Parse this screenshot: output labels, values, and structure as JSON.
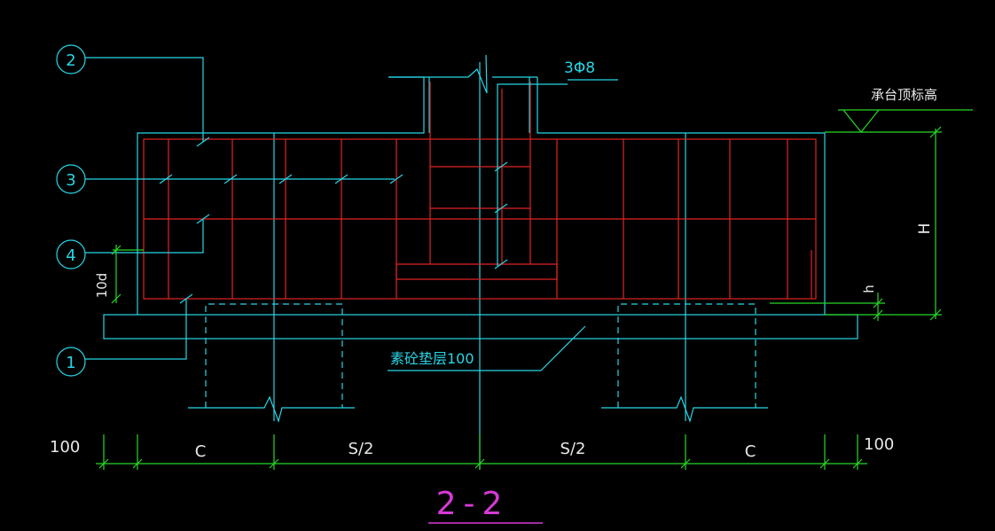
{
  "drawing": {
    "section_title": "2-2",
    "rebar_label": "3Φ8",
    "elevation_label": "承台顶标高",
    "cushion_label": "素砼垫层100",
    "height_label": "H",
    "small_h_label": "h",
    "anchor_label": "10d",
    "callouts": [
      "2",
      "3",
      "4",
      "1"
    ],
    "dimensions": [
      "100",
      "C",
      "S/2",
      "S/2",
      "C",
      "100"
    ]
  },
  "colors": {
    "background": "#000000",
    "outline": "#27d6e6",
    "rebar": "#e32323",
    "dimension": "#27d827",
    "text": "#e8e8e8",
    "title": "#d63ad6"
  }
}
